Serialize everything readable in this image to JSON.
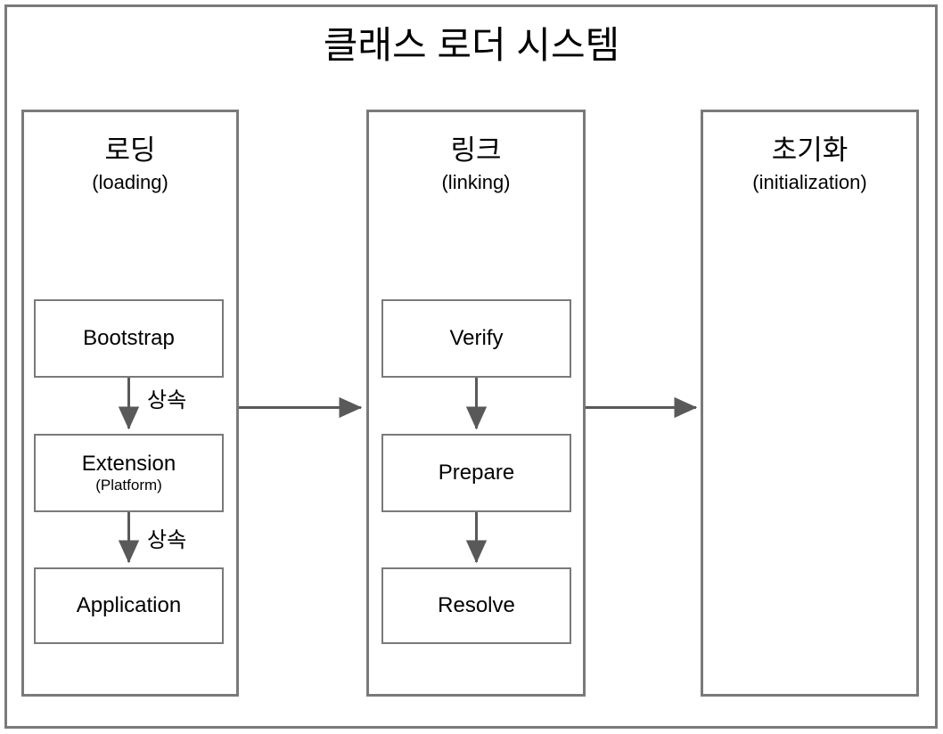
{
  "diagram": {
    "title": "클래스 로더 시스템",
    "type": "flowchart",
    "colors": {
      "frame_border": "#7a7a7a",
      "box_border": "#7a7a7a",
      "arrow": "#595959",
      "text": "#000000",
      "background": "#ffffff"
    },
    "phases": [
      {
        "id": "loading",
        "title_ko": "로딩",
        "title_en": "(loading)",
        "steps": [
          {
            "id": "bootstrap",
            "title": "Bootstrap",
            "sub": ""
          },
          {
            "id": "extension",
            "title": "Extension",
            "sub": "(Platform)"
          },
          {
            "id": "application",
            "title": "Application",
            "sub": ""
          }
        ],
        "internal_edges": [
          {
            "from": "bootstrap",
            "to": "extension",
            "label": "상속"
          },
          {
            "from": "extension",
            "to": "application",
            "label": "상속"
          }
        ]
      },
      {
        "id": "linking",
        "title_ko": "링크",
        "title_en": "(linking)",
        "steps": [
          {
            "id": "verify",
            "title": "Verify",
            "sub": ""
          },
          {
            "id": "prepare",
            "title": "Prepare",
            "sub": ""
          },
          {
            "id": "resolve",
            "title": "Resolve",
            "sub": ""
          }
        ],
        "internal_edges": [
          {
            "from": "verify",
            "to": "prepare",
            "label": ""
          },
          {
            "from": "prepare",
            "to": "resolve",
            "label": ""
          }
        ]
      },
      {
        "id": "initialization",
        "title_ko": "초기화",
        "title_en": "(initialization)",
        "steps": [],
        "internal_edges": []
      }
    ],
    "phase_edges": [
      {
        "from": "loading",
        "to": "linking",
        "label": ""
      },
      {
        "from": "linking",
        "to": "initialization",
        "label": ""
      }
    ]
  }
}
